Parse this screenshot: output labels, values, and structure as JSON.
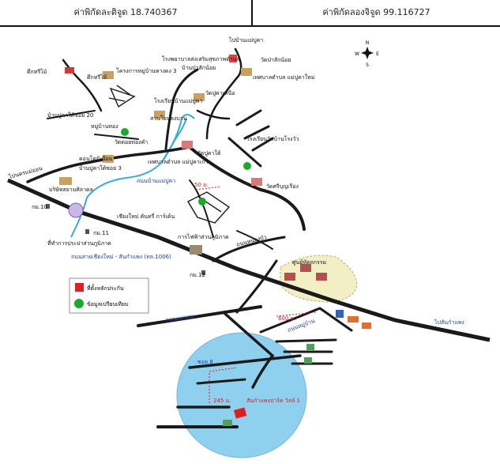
{
  "header": {
    "latitude": "ค่าพิกัดละติจูด 18.740367",
    "longitude": "ค่าพิกัดลองจิจูด 99.116727"
  },
  "compass": {
    "n": "N",
    "e": "E",
    "s": "S",
    "w": "W"
  },
  "places": {
    "mosquito": "ตึกทรีไม้",
    "sports": "ตึกทรีไม้",
    "housing_project": "โครงการหมู่บ้านหางดง 3",
    "hospital": "โรงพยาบาลส่งเสริมสุขภาพตำบล",
    "ban_luang": "บ้านป่าสักน้อย",
    "to_chiang_mai": "ไปบ้านแม่ปูคา",
    "wat_sak_noi": "วัดป่าสักน้อย",
    "tambon_office": "เทศบาลตำบล\nแม่ปูคาใหม่",
    "wat_pa_nuea": "วัดปูคาเหนือ",
    "school_phu_kha": "โรงเรียนบ้านแม่ปูคา",
    "moo_ban_20": "บ้านปูคาใต้ซอย 20",
    "moo_ban_a": "หมู่บ้านทอง",
    "temple_b": "วัดดอยทองคำ",
    "garden": "สวนโยนลงบาน",
    "condo": "คอนโดมิเนียม",
    "pa_nuea_3": "บ้านปูคาใต้ซอย 3",
    "wat_pa_tai": "วัดปูคาใต้",
    "tessaban_pukha": "เทศบาลตำบล\nแม่ปูคาเก่า",
    "school_x": "โรงเรียนวัดบ้านโรงวัว",
    "wat_sri": "วัดศรีบุญเรือง",
    "bo_sang": "บริษัทสยามศิลาดล",
    "road_to_doi": "ไปนครแม่ออน",
    "km10": "กม.10",
    "km11": "กม.11",
    "km12": "กม.12",
    "chiang_mai_co": "เชียงใหม่ คันทรี่\nการ์เด้น",
    "market": "ที่ทำการประปาส่วนภูมิภาค",
    "dam_label": "ถนนบ้านแม่ปูคา",
    "dist_50": "50 ม.",
    "road_mae_on": "ถนนสายเชียงใหม่ - สันกำแพง (ทล.1006)",
    "nong_khao": "ถนนหนองบัว",
    "road_left": "ถนนแม่ออน",
    "to_san_kamphaeng": "ไปสันกำแพง",
    "handicraft": "ศูนย์หัตถกรรม",
    "dist_600": "600 ม.",
    "road_soi_rt": "ถนนหมู่บ้าน",
    "soi_8": "ซอย 8",
    "dist_245": "245 ม.",
    "target": "สันกำแพงปาร์ค วิลล์ 1",
    "baan_label": "การไฟฟ้าส่วนภูมิภาค"
  },
  "legend": {
    "red_label": "ที่ตั้งหลักประกัน",
    "green_label": "ข้อมูลเปรียบเทียบ",
    "red_color": "#e02020",
    "green_color": "#1fa830"
  },
  "colors": {
    "road": "#1a1a1a",
    "river": "#3aa9d6",
    "circle": "#8fd0ef",
    "ellipse": "#f2efc4"
  }
}
